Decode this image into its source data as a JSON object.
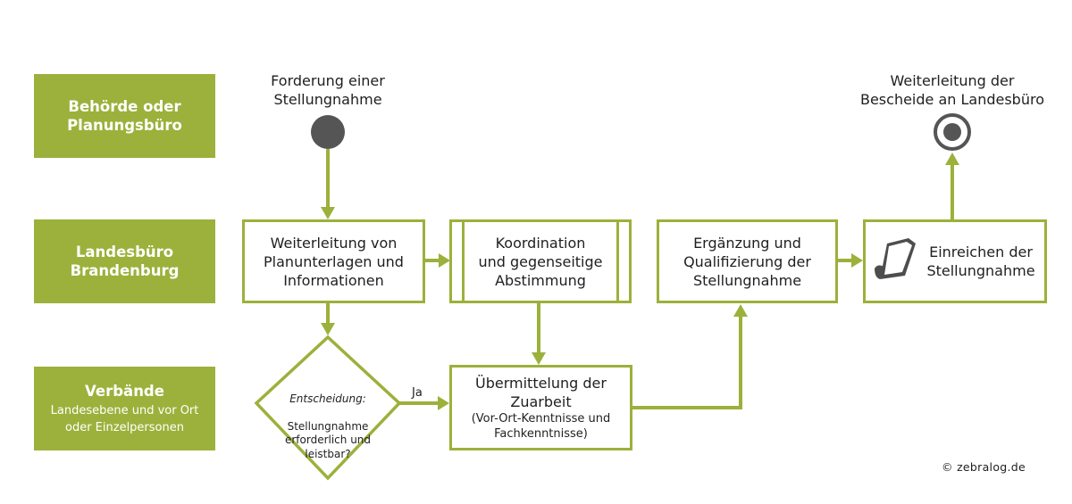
{
  "lanes": [
    {
      "title": "Behörde oder\nPlanungsbüro",
      "subtitle": ""
    },
    {
      "title": "Landesbüro\nBrandenburg",
      "subtitle": ""
    },
    {
      "title": "Verbände",
      "subtitle": "Landesebene und vor Ort\noder Einzelpersonen"
    }
  ],
  "start_label": "Forderung einer\nStellungnahme",
  "end_label": "Weiterleitung der\nBescheide an Landesbüro",
  "boxes": {
    "weiterleitung": "Weiterleitung von\nPlanunterlagen und\nInformationen",
    "koordination": "Koordination\nund gegenseitige\nAbstimmung",
    "ergaenzung": "Ergänzung und\nQualifizierung der\nStellungnahme",
    "einreichen": "Einreichen der\nStellungnahme",
    "uebermittelung_title": "Übermittelung der\nZuarbeit",
    "uebermittelung_sub": "(Vor-Ort-Kenntnisse und\nFachkenntnisse)"
  },
  "decision": {
    "question": "Entscheidung:",
    "text": "Stellungnahme\nerforderlich und\nleistbar?"
  },
  "yes_label": "Ja",
  "copyright": "© zebralog.de",
  "colors": {
    "accent": "#9bb13b",
    "node": "#555555"
  },
  "icons": {
    "document": "document-icon",
    "start": "start-node-icon",
    "end": "end-node-icon"
  }
}
